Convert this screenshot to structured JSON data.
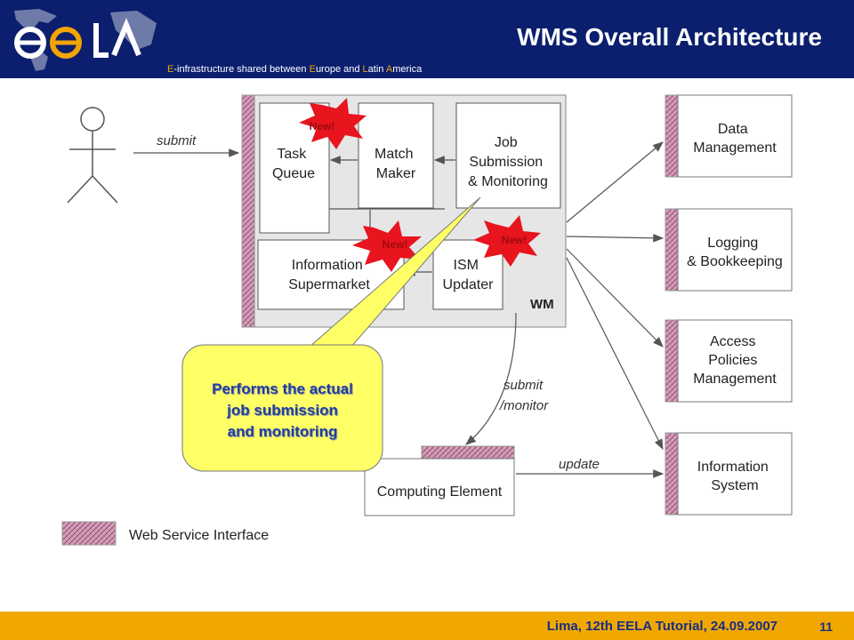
{
  "header": {
    "title": "WMS Overall Architecture",
    "tagline_parts": [
      {
        "text": "E",
        "hl": true
      },
      {
        "text": "-infrastructure shared between ",
        "hl": false
      },
      {
        "text": "E",
        "hl": true
      },
      {
        "text": "urope and ",
        "hl": false
      },
      {
        "text": "L",
        "hl": true
      },
      {
        "text": "atin ",
        "hl": false
      },
      {
        "text": "A",
        "hl": true
      },
      {
        "text": "merica",
        "hl": false
      }
    ],
    "colors": {
      "bar": "#0b1f6e",
      "accent": "#f2a400"
    }
  },
  "diagram": {
    "actor_label": "submit",
    "wm_label": "WM",
    "components": {
      "task_queue": [
        "Task",
        "Queue"
      ],
      "match_maker": [
        "Match",
        "Maker"
      ],
      "job_submission": [
        "Job",
        "Submission",
        "& Monitoring"
      ],
      "information_supermarket": [
        "Information",
        "Supermarket"
      ],
      "ism_updater": [
        "ISM",
        "Updater"
      ]
    },
    "new_badges": [
      "New!",
      "New!",
      "New!"
    ],
    "external_services": {
      "data_management": [
        "Data",
        "Management"
      ],
      "logging": [
        "Logging",
        "& Bookkeeping"
      ],
      "access_policies": [
        "Access",
        "Policies",
        "Management"
      ],
      "information_system": [
        "Information",
        "System"
      ]
    },
    "computing_element": "Computing Element",
    "submit_monitor_label": [
      "submit",
      "/monitor"
    ],
    "update_label": "update",
    "legend_label": "Web Service Interface",
    "callout_lines": [
      "Performs the actual",
      "job submission",
      "and monitoring"
    ]
  },
  "footer": {
    "event": "Lima, 12th EELA Tutorial, 24.09.2007",
    "page_number": "11",
    "color": "#f0a800"
  }
}
